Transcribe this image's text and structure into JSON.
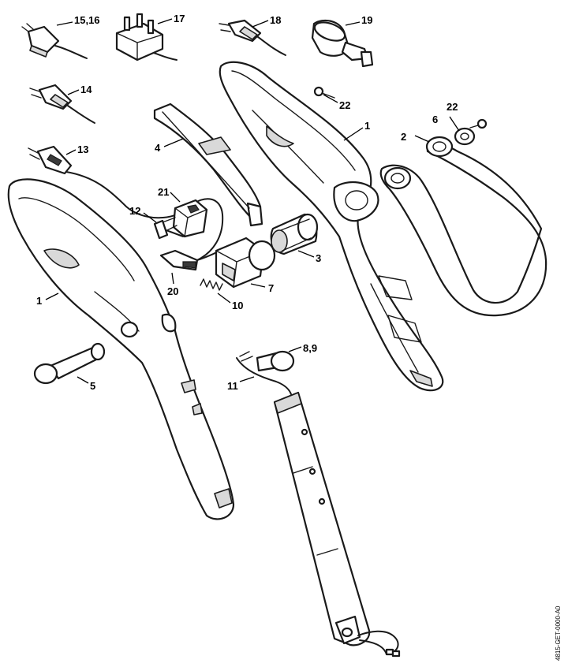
{
  "labels": {
    "p15_16": "15,16",
    "p17": "17",
    "p18": "18",
    "p19": "19",
    "p14": "14",
    "p22a": "22",
    "p22b": "22",
    "p1a": "1",
    "p6": "6",
    "p2": "2",
    "p13": "13",
    "p4": "4",
    "p21": "21",
    "p12": "12",
    "p3": "3",
    "p1b": "1",
    "p20": "20",
    "p7": "7",
    "p10": "10",
    "p8_9": "8,9",
    "p11": "11",
    "p5": "5"
  },
  "reference_code": "4815-GET-0000-A0",
  "colors": {
    "line": "#1a1a1a",
    "shade": "#d9d9d9",
    "background": "#ffffff"
  }
}
